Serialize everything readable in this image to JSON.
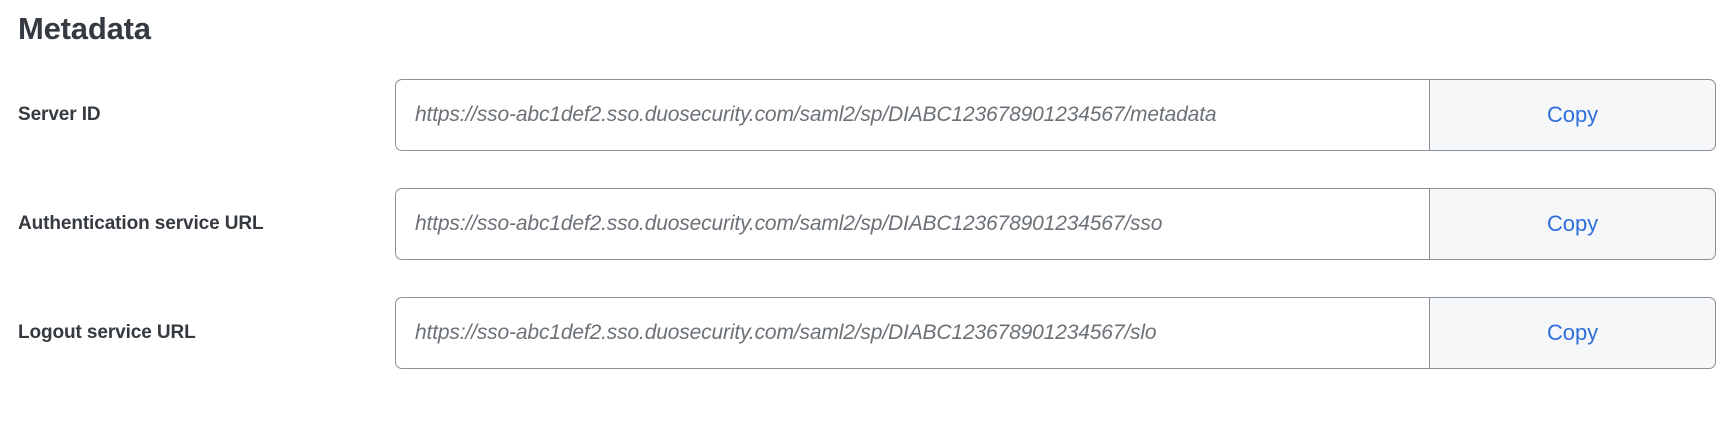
{
  "section": {
    "title": "Metadata"
  },
  "fields": [
    {
      "label": "Server ID",
      "value": "https://sso-abc1def2.sso.duosecurity.com/saml2/sp/DIABC123678901234567/metadata",
      "copy_label": "Copy"
    },
    {
      "label": "Authentication service URL",
      "value": "https://sso-abc1def2.sso.duosecurity.com/saml2/sp/DIABC123678901234567/sso",
      "copy_label": "Copy"
    },
    {
      "label": "Logout service URL",
      "value": "https://sso-abc1def2.sso.duosecurity.com/saml2/sp/DIABC123678901234567/slo",
      "copy_label": "Copy"
    }
  ],
  "colors": {
    "heading_text": "#343a40",
    "label_text": "#343a40",
    "input_text": "#6b7177",
    "input_border": "#8a9099",
    "copy_text": "#2f6fdb",
    "copy_background": "#f6f7f8",
    "page_background": "#ffffff"
  }
}
